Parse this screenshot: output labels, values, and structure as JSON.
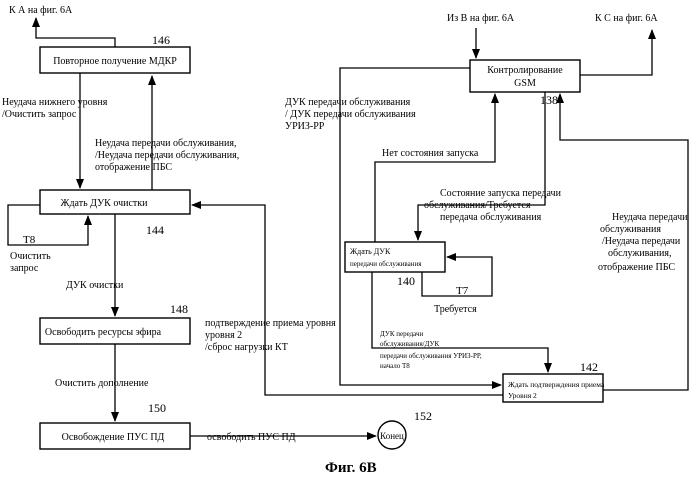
{
  "figure": {
    "caption": "Фиг. 6В"
  },
  "boxes": {
    "mdkr": {
      "label": "Повторное получение МДКР",
      "ref": "146"
    },
    "wait_clear": {
      "label": "Ждать ДУК очистки",
      "ref": "144"
    },
    "release_air": {
      "label": "Освободить ресурсы эфира",
      "ref": "148"
    },
    "release_pus": {
      "label": "Освобождение ПУС ПД",
      "ref": "150"
    },
    "end": {
      "label": "Конец",
      "ref": "152"
    },
    "gsm": {
      "label_line1": "Контролирование",
      "label_line2": "GSM",
      "ref": "138"
    },
    "wait_duk": {
      "label_line1": "Ждать ДУК",
      "label_line2": "передачи обслуживания",
      "ref": "140"
    },
    "wait_ack": {
      "label_line1": "Ждать подтверждения приема",
      "label_line2": "Уровня 2",
      "ref": "142"
    }
  },
  "connectors": {
    "to_a": "К А на фиг. 6А",
    "from_b": "Из В на фиг. 6А",
    "to_c": "К С на фиг. 6А"
  },
  "labels": {
    "lower_fail_line1": "Неудача нижнего уровня",
    "lower_fail_line2": "/Очистить запрос",
    "handover_fail_line1": "Неудача передачи обслуживания,",
    "handover_fail_line2": "/Неудача передачи обслуживания,",
    "handover_fail_line3": "отображение ПБС",
    "t8": "Т8",
    "clear_request_line1": "Очистить",
    "clear_request_line2": "запрос",
    "duk_clear": "ДУК очистки",
    "clear_addition": "Очистить дополнение",
    "free_pus": "освободить ПУС ПД",
    "duk_handover_line1": "ДУК передачи обслуживания",
    "duk_handover_line2": "/ ДУК передачи обслуживания",
    "duk_handover_line3": "УРИЗ-РР",
    "no_start_state": "Нет состояния запуска",
    "start_state_line1": "Состояние запуска передачи",
    "start_state_line2": "обслуживания/Требуется",
    "start_state_line3": "передача обслуживания",
    "t7": "Т7",
    "required": "Требуется",
    "l2_ack_line1": "подтверждение приема уровня",
    "l2_ack_line2": "уровня 2",
    "l2_ack_line3": "/сброс нагрузки КТ",
    "small_duk_line1": "ДУК передачи",
    "small_duk_line2": "обслуживания/ДУК",
    "small_duk_line3": "передачи обслуживания УРИЗ-РР,",
    "small_duk_line4": "начало Т8",
    "right_fail_line1": "Неудача передачи",
    "right_fail_line2": "обслуживания",
    "right_fail_line3": "/Неудача передачи",
    "right_fail_line4": "обслуживания,",
    "right_fail_line5": "отображение ПБС"
  }
}
